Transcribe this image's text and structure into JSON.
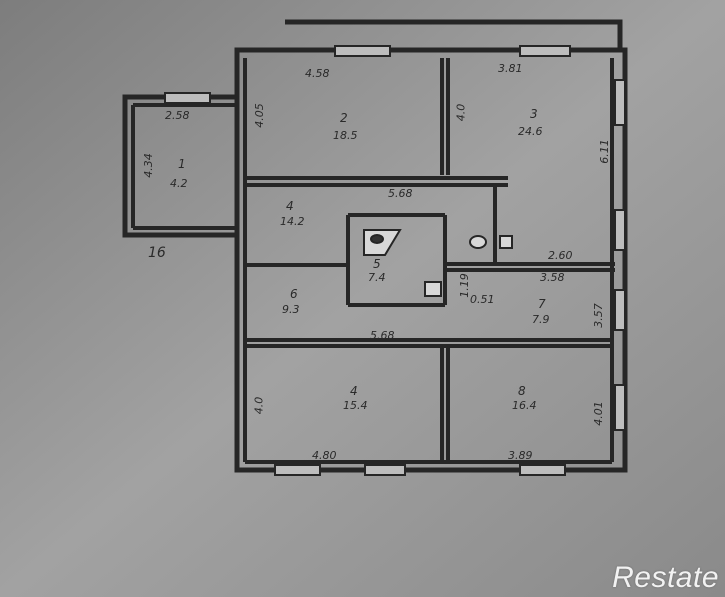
{
  "plan": {
    "flat_number": "16",
    "rooms": [
      {
        "id": "1",
        "area": "4.2",
        "dims": [
          "2.58",
          "4.34"
        ]
      },
      {
        "id": "2",
        "area": "18.5",
        "dims": [
          "4.58",
          "4.05"
        ]
      },
      {
        "id": "3",
        "area": "24.6",
        "dims": [
          "3.81",
          "4.0",
          "6.11"
        ]
      },
      {
        "id": "4",
        "area": "14.2",
        "dims": [
          "5.68"
        ]
      },
      {
        "id": "5",
        "area": "7.4",
        "dims": [
          "2.60"
        ]
      },
      {
        "id": "6",
        "area": "9.3",
        "dims": [
          "5.68"
        ]
      },
      {
        "id": "7",
        "area": "7.9",
        "dims": [
          "3.58",
          "3.57",
          "0.51",
          "1.19"
        ]
      },
      {
        "id": "4",
        "area": "15.4",
        "dims": [
          "4.0",
          "4.80"
        ]
      },
      {
        "id": "8",
        "area": "16.4",
        "dims": [
          "4.01",
          "3.89"
        ]
      }
    ]
  },
  "watermark": "Restate",
  "colors": {
    "paper": "#8f8f8f",
    "wall": "#262626"
  }
}
